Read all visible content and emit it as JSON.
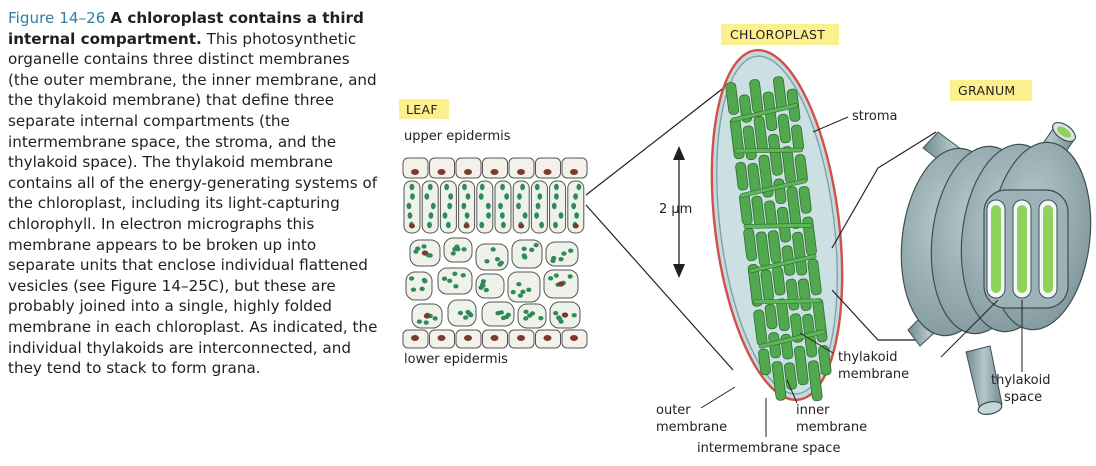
{
  "caption": {
    "figure_number": "Figure 14–26",
    "title": "A chloroplast contains a third internal compartment.",
    "body": "This photosynthetic organelle contains three distinct membranes (the outer membrane, the inner membrane, and the thylakoid membrane) that define three separate internal compartments (the intermembrane space, the stroma, and the thylakoid space). The thylakoid membrane contains all of the energy-generating systems of the chloroplast, including its light-capturing chlorophyll. In electron micrographs this membrane appears to be broken up into separate units that enclose individual flattened vesicles (see Figure 14–25C), but these are probably joined into a single, highly folded membrane in each chloroplast. As indicated, the individual thylakoids are interconnected, and they tend to stack to form grana."
  },
  "figure": {
    "leaf": {
      "tag": "LEAF",
      "upper_label": "upper epidermis",
      "lower_label": "lower epidermis"
    },
    "chloroplast": {
      "tag": "CHLOROPLAST",
      "scale_label": "2 μm",
      "stroma": "stroma",
      "thylakoid_membrane": [
        "thylakoid",
        "membrane"
      ],
      "outer_membrane": [
        "outer",
        "membrane"
      ],
      "inner_membrane": [
        "inner",
        "membrane"
      ],
      "intermembrane_space": "intermembrane space"
    },
    "granum": {
      "tag": "GRANUM",
      "thylakoid_space": [
        "thylakoid",
        "space"
      ]
    }
  },
  "colors": {
    "figure_number": "#2e7fa6",
    "tag_highlight": "#fcef8e",
    "chloroplast_fill": "#c6dde0",
    "outer_membrane": "#d2504a",
    "thylakoid_green": "#4aa34a",
    "granum_gray": "#8fa7ad"
  }
}
